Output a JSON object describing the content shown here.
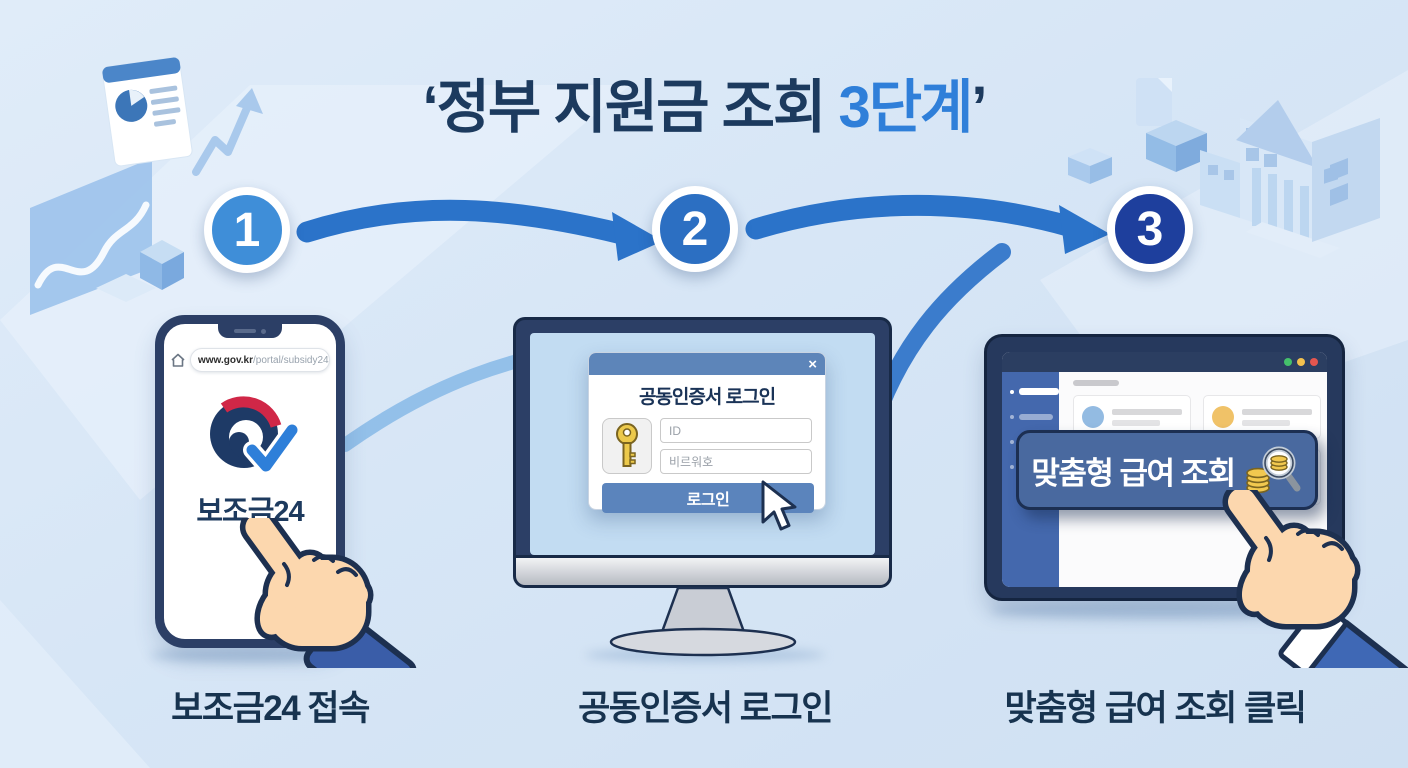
{
  "title": {
    "prefix": "‘정부 지원금 조회 ",
    "highlight": "3단계",
    "suffix": "’"
  },
  "steps": [
    {
      "number": "1",
      "caption": "보조금24 접속"
    },
    {
      "number": "2",
      "caption": "공동인증서 로그인"
    },
    {
      "number": "3",
      "caption": "맞춤형 급여 조회 클릭"
    }
  ],
  "phone": {
    "url_domain": "www.gov.kr",
    "url_path": "/portal/subsidy24",
    "app_name": "보조금24"
  },
  "login_dialog": {
    "title": "공동인증서 로그인",
    "close_label": "×",
    "id_placeholder": "ID",
    "password_placeholder": "비르워호",
    "login_button": "로그인"
  },
  "tablet": {
    "search_button": "맞춤형 급여 조회"
  },
  "icons": {
    "home": "home-outline",
    "refresh": "circle-outline",
    "close": "×",
    "key": "gold-key",
    "cursor": "arrow-pointer",
    "coins_magnifier": "magnifier-over-coins",
    "window_controls": "traffic-lights-green-yellow-red",
    "gov_logo": "korea-gov-emblem-with-check"
  },
  "colors": {
    "background": "#d7e6f6",
    "title_navy": "#1c3a5e",
    "title_highlight": "#2f7fd9",
    "step1_circle": "#3f8ed8",
    "step2_circle": "#2c6fc2",
    "step3_circle": "#1e3f9d",
    "arrow": "#2b73c9",
    "dialog_header": "#5d85b9",
    "login_button": "#5b84bc",
    "search_button": "#49699f"
  }
}
